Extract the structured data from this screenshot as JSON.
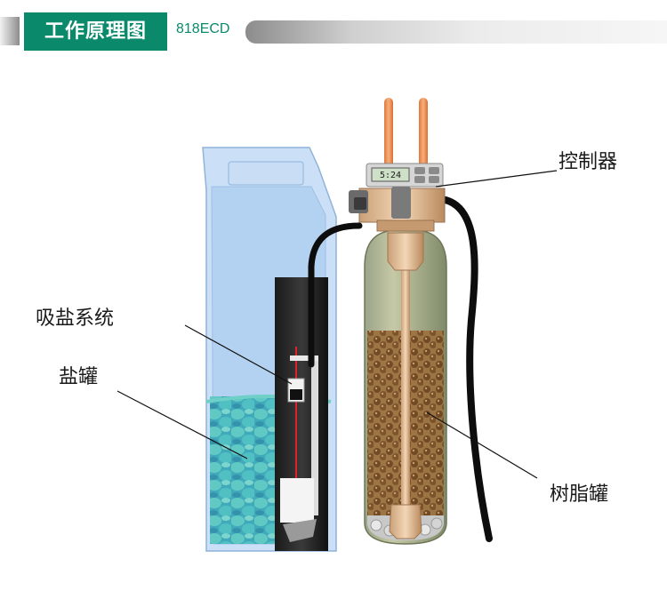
{
  "header": {
    "title": "工作原理图",
    "model": "818ECD"
  },
  "labels": {
    "controller": "控制器",
    "suction_system": "吸盐系统",
    "salt_tank": "盐罐",
    "resin_tank": "树脂罐"
  },
  "display": {
    "reading": "5:24"
  },
  "colors": {
    "brand_green": "#0a8a6b",
    "salt_tank_blue": "#a8cbee",
    "resin_brown": "#8a5a2a",
    "pipe_orange": "#f09a5a"
  }
}
